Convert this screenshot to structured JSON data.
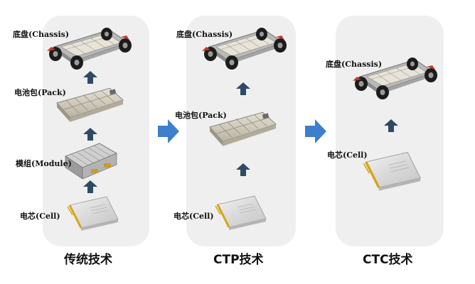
{
  "columns": [
    {
      "title": "传统技术",
      "labels": {
        "chassis": "底盘(Chassis)",
        "pack": "电池包(Pack)",
        "module": "模组(Module)",
        "cell": "电芯(Cell)"
      }
    },
    {
      "title": "CTP技术",
      "labels": {
        "chassis": "底盘(Chassis)",
        "pack": "电池包(Pack)",
        "cell": "电芯(Cell)"
      }
    },
    {
      "title": "CTC技术",
      "labels": {
        "chassis": "底盘(Chassis)",
        "cell": "电芯(Cell)"
      }
    }
  ],
  "colors": {
    "up_arrow": "#2f4a66",
    "big_arrow": "#3d7fcc",
    "panel": "#efefef"
  }
}
